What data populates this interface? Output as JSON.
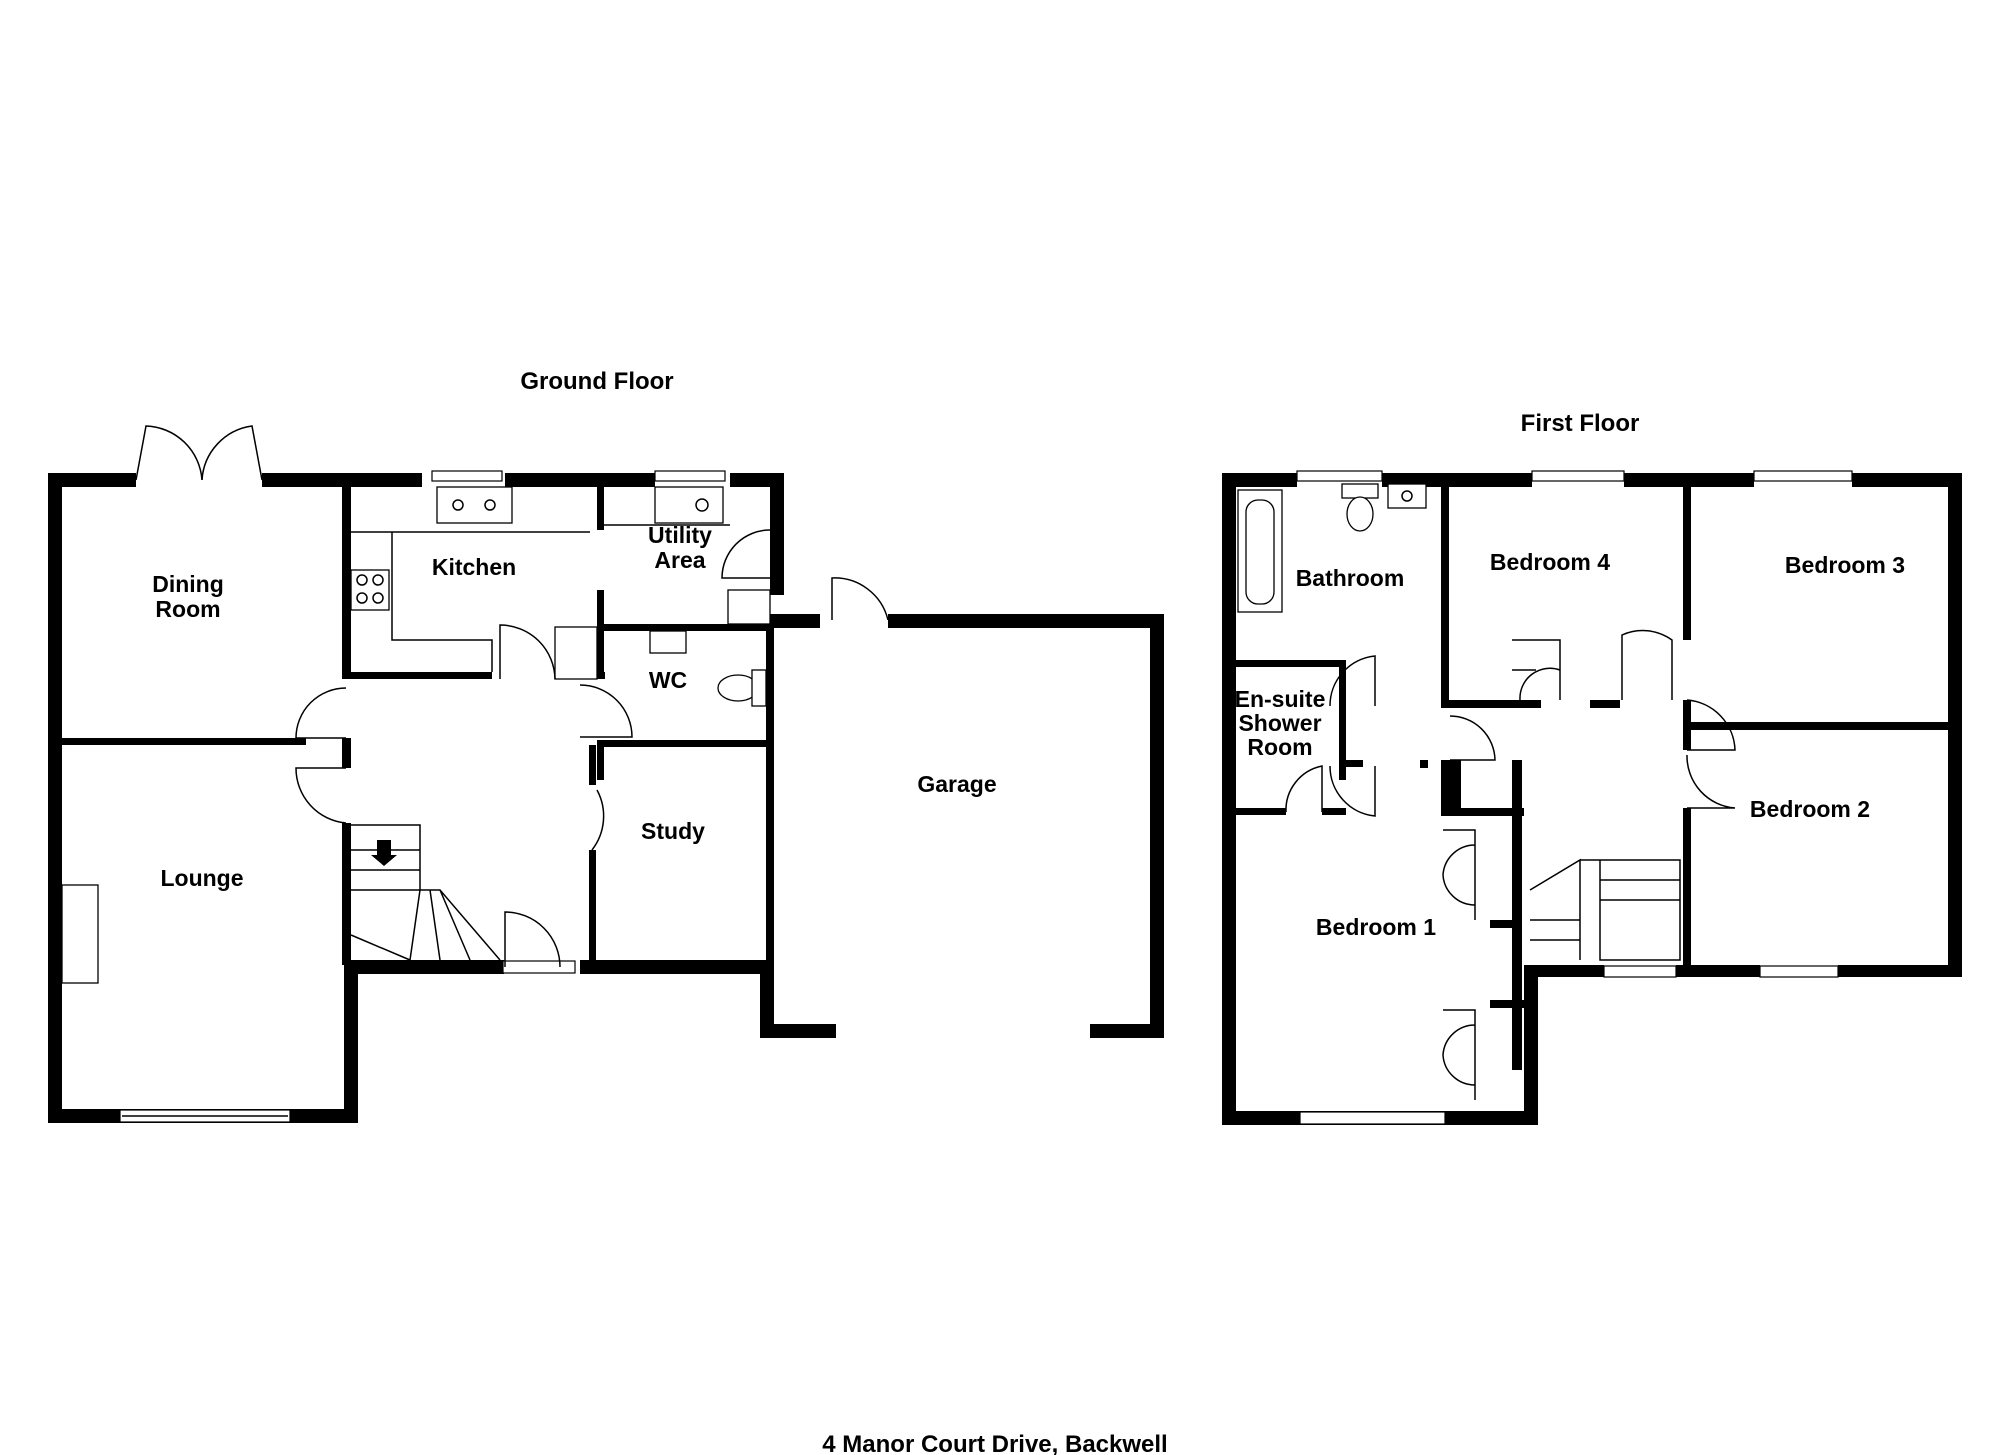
{
  "address": "4 Manor Court Drive, Backwell",
  "floors": [
    {
      "title": "Ground Floor",
      "rooms": [
        {
          "name": "Dining",
          "line2": "Room"
        },
        {
          "name": "Kitchen"
        },
        {
          "name": "Utility",
          "line2": "Area"
        },
        {
          "name": "WC"
        },
        {
          "name": "Lounge"
        },
        {
          "name": "Study"
        },
        {
          "name": "Garage"
        }
      ]
    },
    {
      "title": "First Floor",
      "rooms": [
        {
          "name": "Bathroom"
        },
        {
          "name": "Bedroom 4"
        },
        {
          "name": "Bedroom 3"
        },
        {
          "name": "En-suite",
          "line2": "Shower",
          "line3": "Room"
        },
        {
          "name": "Bedroom 2"
        },
        {
          "name": "Bedroom 1"
        }
      ]
    }
  ]
}
